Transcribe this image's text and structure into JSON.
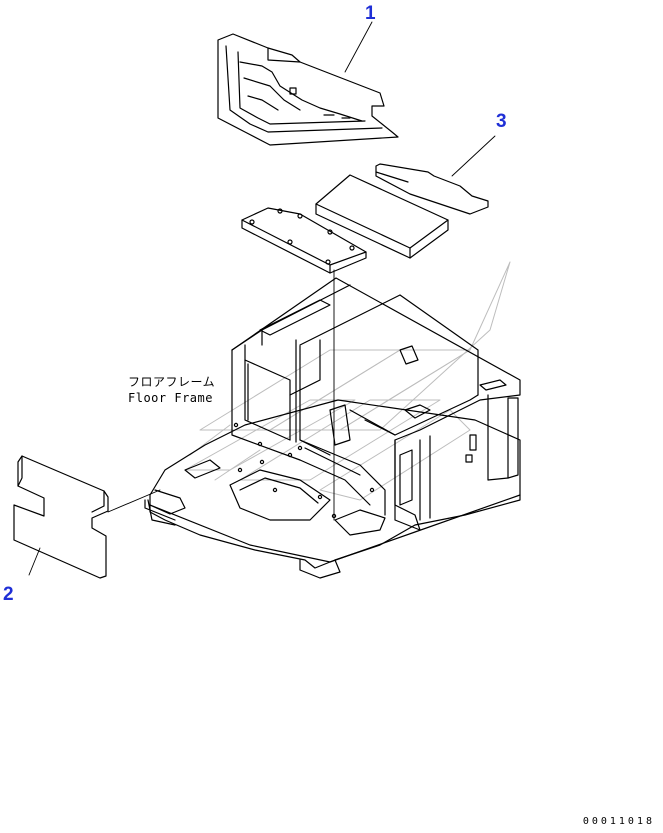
{
  "callouts": [
    {
      "id": "1",
      "label": "1"
    },
    {
      "id": "2",
      "label": "2"
    },
    {
      "id": "3",
      "label": "3"
    }
  ],
  "caption": {
    "japanese": "フロアフレーム",
    "english": "Floor Frame"
  },
  "document_number": "00011018",
  "colors": {
    "line": "#000000",
    "callout": "#1f2fd6",
    "watermark": "#b5b5b5",
    "background": "#ffffff"
  }
}
